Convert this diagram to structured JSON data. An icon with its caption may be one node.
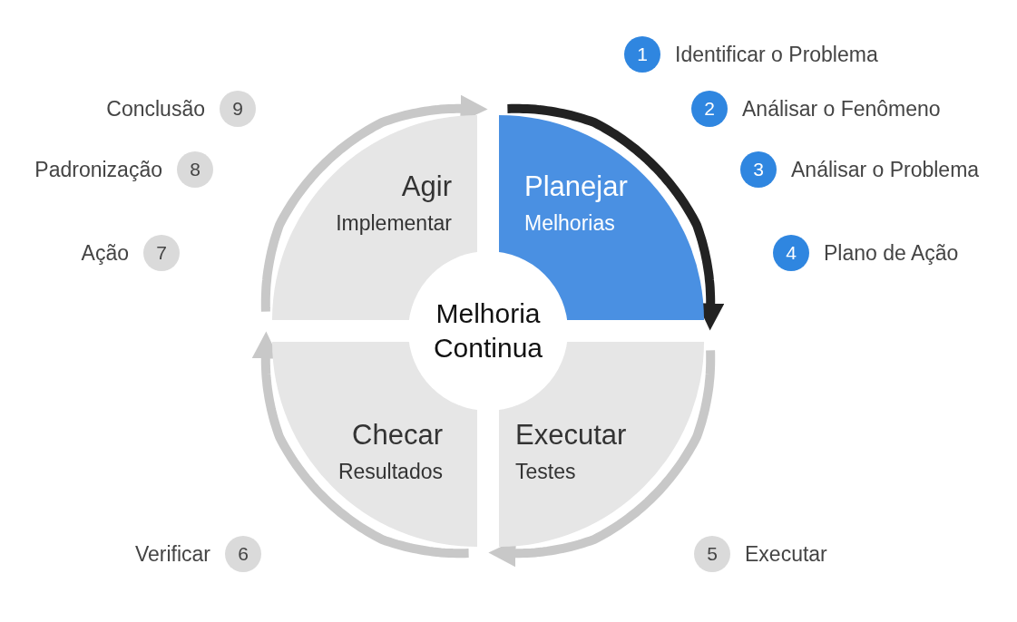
{
  "diagram": {
    "nodes": [
      {
        "text": [
          "Planejar",
          "Melhorias"
        ]
      },
      {
        "text": [
          "Executar",
          "Testes"
        ]
      },
      {
        "text": [
          "Checar",
          "Resultados"
        ]
      },
      {
        "text": [
          "Agir",
          "Implementar"
        ]
      },
      {
        "text": [
          "Melhoria Continua"
        ]
      },
      {
        "text": [
          "1"
        ],
        "beside": [
          "Identificar o Problema"
        ]
      },
      {
        "text": [
          "2"
        ],
        "beside": [
          "Análisar o Fenômeno"
        ]
      },
      {
        "text": [
          "3"
        ],
        "beside": [
          "Análisar o Problema"
        ]
      },
      {
        "text": [
          "4"
        ],
        "beside": [
          "Plano de Ação"
        ]
      },
      {
        "text": [
          "5"
        ],
        "beside": [
          "Executar"
        ]
      },
      {
        "text": [
          "6"
        ],
        "beside": [
          "Verificar"
        ]
      },
      {
        "text": [
          "7"
        ],
        "beside": [
          "Ação"
        ]
      },
      {
        "text": [
          "8"
        ],
        "beside": [
          "Padronização"
        ]
      },
      {
        "text": [
          "9"
        ],
        "beside": [
          "Conclusão"
        ]
      }
    ],
    "edges": [
      {
        "from": 3,
        "to": 0,
        "arrow": "to"
      },
      {
        "from": 0,
        "to": 1,
        "arrow": "to",
        "color": "#222222"
      },
      {
        "from": 1,
        "to": 2,
        "arrow": "to"
      },
      {
        "from": 2,
        "to": 3,
        "arrow": "to"
      }
    ]
  }
}
